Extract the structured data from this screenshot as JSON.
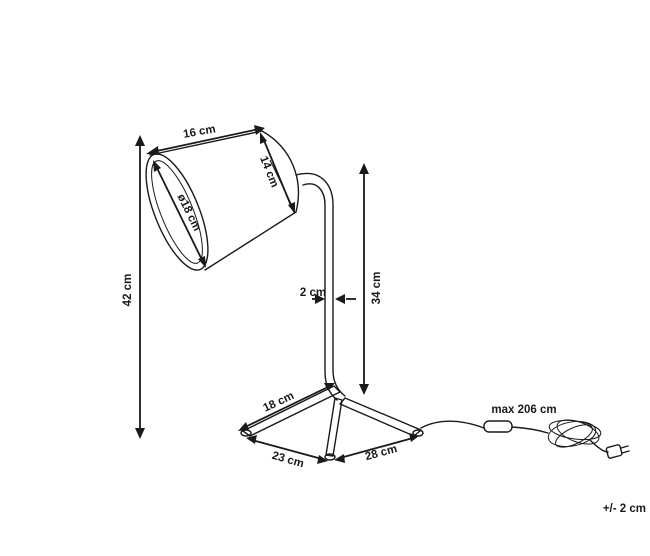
{
  "diagram": {
    "type": "dimension-drawing",
    "subject": "desk lamp",
    "labels": {
      "shade_length": "16 cm",
      "shade_diameter": "ø18 cm",
      "shade_small_diameter": "14 cm",
      "total_height": "42 cm",
      "neck_height": "34 cm",
      "pole_thickness": "2 cm",
      "base_back": "18 cm",
      "base_left": "23 cm",
      "base_right": "28 cm",
      "cable_length": "max 206 cm",
      "tolerance": "+/- 2 cm"
    }
  }
}
